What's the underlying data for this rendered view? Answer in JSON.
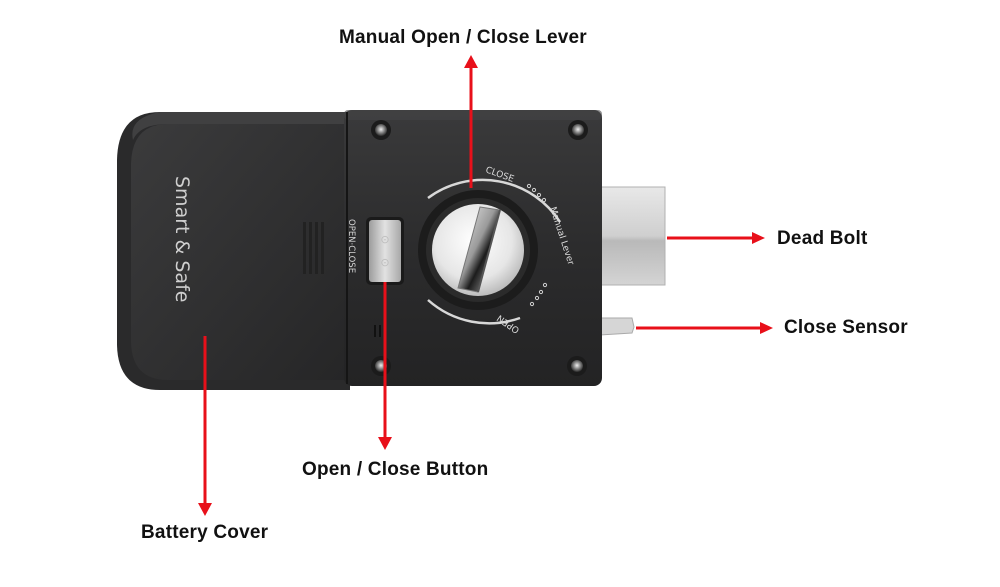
{
  "device": {
    "brand_text": "Smart & Safe",
    "button_side_text": "OPEN·CLOSE",
    "dial_text": {
      "close": "CLOSE",
      "manual_lever": "Manual Lever",
      "open": "OPEN"
    }
  },
  "callouts": {
    "manual_lever": "Manual Open / Close Lever",
    "dead_bolt": "Dead Bolt",
    "close_sensor": "Close Sensor",
    "open_close_button": "Open / Close Button",
    "battery_cover": "Battery Cover"
  },
  "colors": {
    "arrow": "#e8101a",
    "body": "#2e2e2f",
    "body_dark": "#1e1e1f",
    "metal": "#d9d9d9",
    "text": "#111111"
  }
}
